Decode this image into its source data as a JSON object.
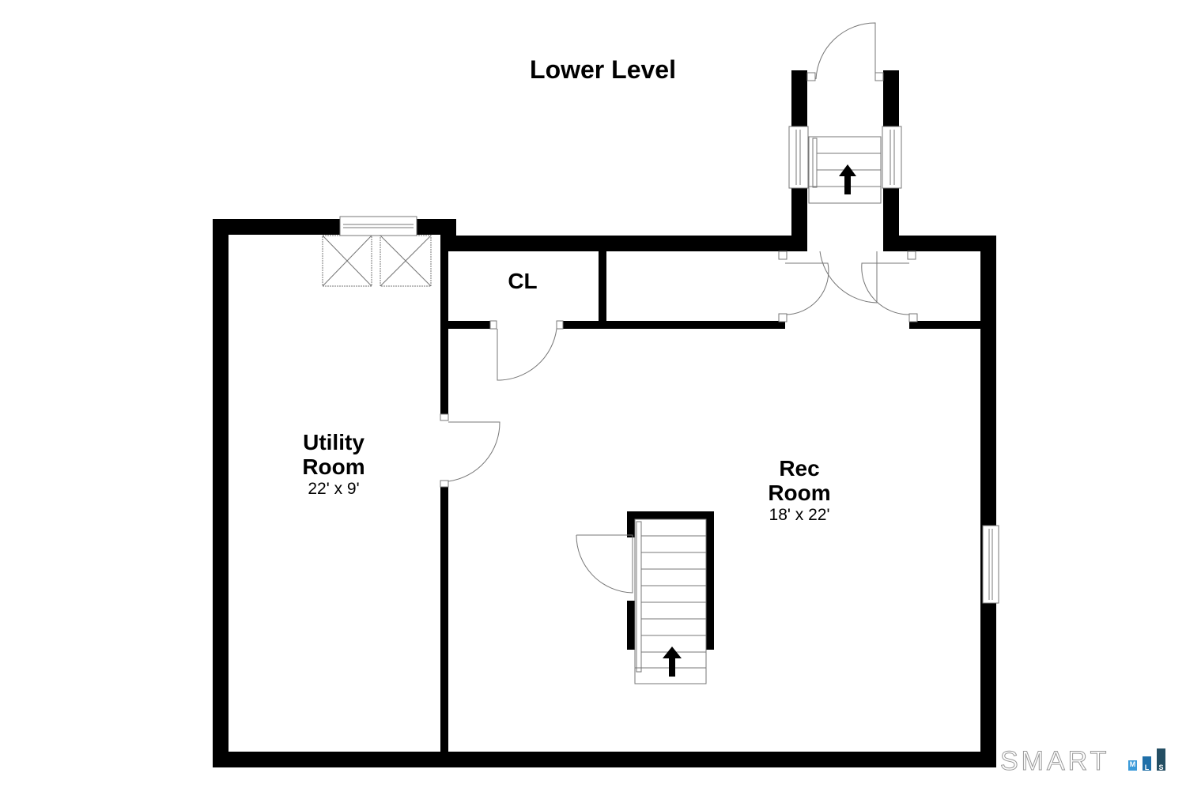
{
  "title": "Lower Level",
  "rooms": [
    {
      "name_line1": "Utility",
      "name_line2": "Room",
      "dimensions": "22' x 9'"
    },
    {
      "name_line1": "Rec",
      "name_line2": "Room",
      "dimensions": "18' x 22'"
    },
    {
      "name_line1": "CL"
    }
  ],
  "logo": {
    "text": "SMART",
    "badge": [
      "M",
      "L",
      "S"
    ],
    "colors": [
      "#3a9ad9",
      "#1f6fa8",
      "#244e63"
    ]
  }
}
